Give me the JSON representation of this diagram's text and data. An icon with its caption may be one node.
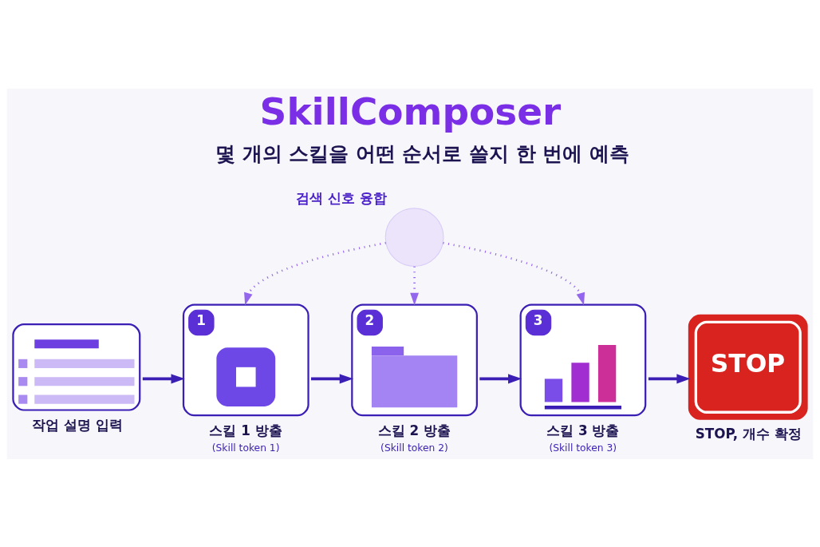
{
  "diagram": {
    "title": "SkillComposer",
    "nodes": [
      {
        "text": [],
        "shape": "circle",
        "beside": [
          "검색 신호 융합"
        ]
      },
      {
        "text": [
          "작업 설명 입력"
        ]
      },
      {
        "text": [
          "1",
          "스킬 1 방출",
          "(Skill token 1)"
        ]
      },
      {
        "text": [
          "2",
          "스킬 2 방출",
          "(Skill token 2)"
        ]
      },
      {
        "text": [
          "3",
          "스킬 3 방출",
          "(Skill token 3)"
        ]
      },
      {
        "text": [
          "STOP",
          "STOP, 개수 확정"
        ]
      }
    ],
    "edges": [
      {
        "from": 1,
        "to": 2,
        "arrow": "to"
      },
      {
        "from": 2,
        "to": 3,
        "arrow": "to"
      },
      {
        "from": 3,
        "to": 4,
        "arrow": "to"
      },
      {
        "from": 4,
        "to": 5,
        "arrow": "to"
      },
      {
        "from": 0,
        "to": 2,
        "arrow": "to",
        "style": "dashed",
        "color": "#9466ee"
      },
      {
        "from": 0,
        "to": 3,
        "arrow": "to",
        "style": "dashed",
        "color": "#9466ee"
      },
      {
        "from": 0,
        "to": 4,
        "arrow": "to",
        "style": "dashed",
        "color": "#9466ee"
      }
    ],
    "labels": [
      "몇 개의 스킬을 어떤 순서로 쓸지 한 번에 예측"
    ]
  }
}
